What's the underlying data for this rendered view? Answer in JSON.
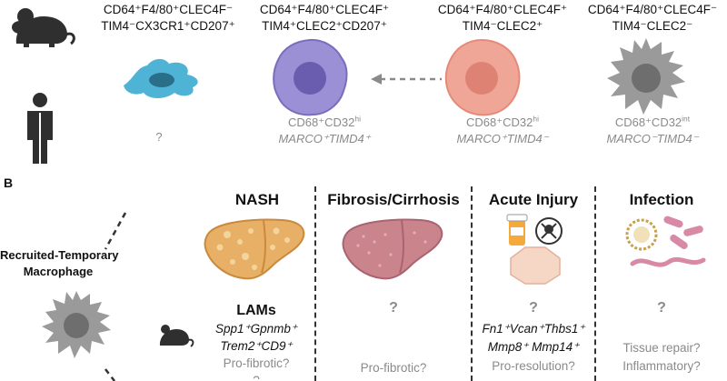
{
  "panelB": "B",
  "row1": [
    {
      "markers": [
        "CD64⁺F4/80⁺CLEC4F⁻",
        "TIM4⁻CX3CR1⁺CD207⁺"
      ],
      "human": [
        "?"
      ],
      "human_it": "",
      "color": "#4fb3d6"
    },
    {
      "markers": [
        "CD64⁺F4/80⁺CLEC4F⁺",
        "TIM4⁺CLEC2⁺CD207⁺"
      ],
      "human": [
        "CD68⁺CD32",
        "hi"
      ],
      "human_it": "MARCO⁺TIMD4⁺",
      "color": "#9b8fd6"
    },
    {
      "markers": [
        "CD64⁺F4/80⁺CLEC4F⁺",
        "TIM4⁻CLEC2⁺"
      ],
      "human": [
        "CD68⁺CD32",
        "hi"
      ],
      "human_it": "MARCO⁺TIMD4⁻",
      "color": "#f0a697"
    },
    {
      "markers": [
        "CD64⁺F4/80⁺CLEC4F⁻",
        "TIM4⁻CLEC2⁻"
      ],
      "human": [
        "CD68⁺CD32",
        "int"
      ],
      "human_it": "MARCO⁻TIMD4⁻",
      "color": "#9a9a9a"
    }
  ],
  "recruited": [
    "Recruited-Temporary",
    "Macrophage"
  ],
  "cols": [
    {
      "title": "NASH",
      "q": "",
      "lines": [
        "LAMs"
      ],
      "italics": [
        "Spp1⁺Gpnmb⁺",
        "Trem2⁺CD9⁺"
      ],
      "gray": "Pro-fibrotic?",
      "extra": "?"
    },
    {
      "title": "Fibrosis/Cirrhosis",
      "q": "?",
      "lines": [],
      "italics": [],
      "gray": "Pro-fibrotic?",
      "extra": ""
    },
    {
      "title": "Acute Injury",
      "q": "?",
      "lines": [],
      "italics": [
        "Fn1⁺Vcan⁺Thbs1⁺",
        "Mmp8⁺ Mmp14⁺"
      ],
      "gray": "Pro-resolution?",
      "extra": ""
    },
    {
      "title": "Infection",
      "q": "?",
      "lines": [],
      "italics": [],
      "gray": "Tissue repair?",
      "gray2": "Inflammatory?",
      "extra": ""
    }
  ]
}
